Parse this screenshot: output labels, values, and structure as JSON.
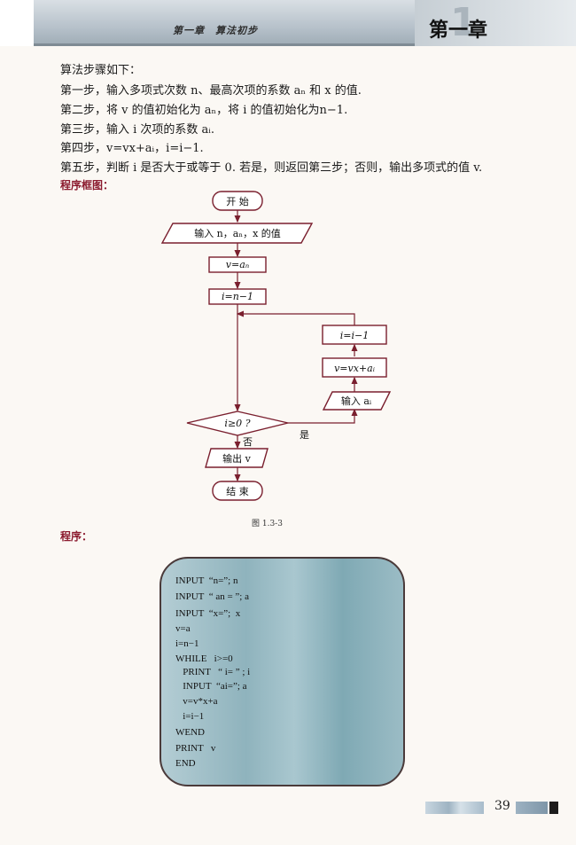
{
  "header": {
    "chapter_title": "第一章　算法初步",
    "chapter_label": "第一章",
    "chapter_num": "1"
  },
  "steps": [
    "算法步骤如下：",
    "第一步，输入多项式次数 n、最高次项的系数 aₙ 和 x 的值.",
    "第二步，将 v 的值初始化为 aₙ，将 i 的值初始化为n−1.",
    "第三步，输入 i 次项的系数 aᵢ.",
    "第四步，v=vx+aᵢ，i=i−1.",
    "第五步，判断 i 是否大于或等于 0. 若是，则返回第三步；否则，输出多项式的值 v."
  ],
  "flowchart": {
    "title": "程序框图：",
    "start": "开 始",
    "input_n": "输入 n，aₙ，x 的值",
    "init_v": "v=aₙ",
    "init_i": "i=n−1",
    "dec_i": "i=i−1",
    "update_v": "v=vx+aᵢ",
    "input_ai": "输入 aᵢ",
    "condition": "i≥0 ?",
    "yes": "是",
    "no": "否",
    "output": "输出 v",
    "end": "结 束",
    "caption": "图 1.3-3"
  },
  "program": {
    "title": "程序：",
    "lines": [
      "INPUT  “n=”; n",
      "INPUT  “ an = ”; a",
      "INPUT  “x=”;  x",
      "v=a",
      "i=n−1",
      "WHILE   i>=0",
      "   PRINT   “ i= ” ; i",
      "   INPUT  “ai=”; a",
      "   v=v*x+a",
      "   i=i−1",
      "WEND",
      "PRINT   v",
      "END"
    ]
  },
  "footer": {
    "page_number": "39"
  }
}
